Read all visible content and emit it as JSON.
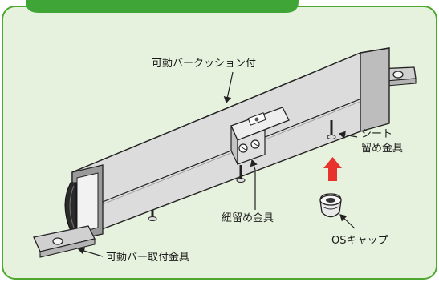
{
  "colors": {
    "panel_bg": "#e6f1de",
    "panel_border": "#4ea82f",
    "header_tab": "#3fa536",
    "arrow_red": "#e8322c",
    "metal_top": "#f2f2f2",
    "metal_side": "#d6d6d6",
    "metal_dark": "#b8b8b8",
    "line": "#222222"
  },
  "icons": {
    "up_arrow": "red-up-arrow-icon",
    "callout": "callout-arrow-icon"
  },
  "header": {
    "title": ""
  },
  "labels": {
    "cushion_bar": "可動バークッション付",
    "sheet_fixture_line1": "シート",
    "sheet_fixture_line2": "留め金具",
    "string_fixture": "紐留め金具",
    "os_cap": "OSキャップ",
    "bar_mount_fixture": "可動バー取付金具"
  }
}
